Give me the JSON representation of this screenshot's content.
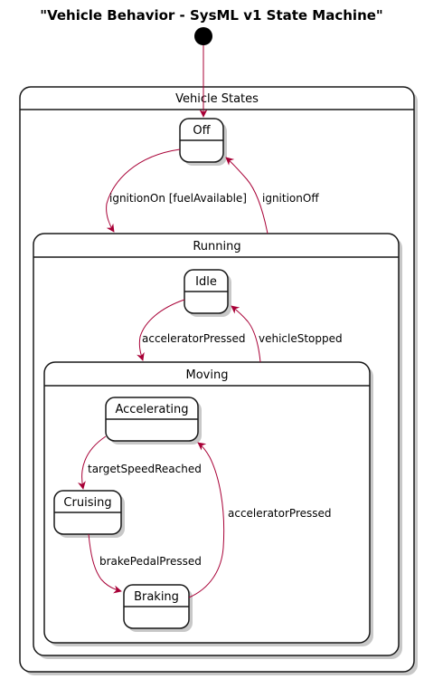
{
  "diagram": {
    "title": "\"Vehicle Behavior - SysML v1 State Machine\"",
    "states": {
      "vehicle_states": "Vehicle States",
      "off": "Off",
      "running": "Running",
      "idle": "Idle",
      "moving": "Moving",
      "accelerating": "Accelerating",
      "cruising": "Cruising",
      "braking": "Braking"
    },
    "transitions": {
      "ignition_on": "ignitionOn [fuelAvailable]",
      "ignition_off": "ignitionOff",
      "accelerator_pressed_idle": "acceleratorPressed",
      "vehicle_stopped": "vehicleStopped",
      "target_speed_reached": "targetSpeedReached",
      "brake_pedal_pressed": "brakePedalPressed",
      "accelerator_pressed_braking": "acceleratorPressed"
    },
    "colors": {
      "edge": "#a80036",
      "border": "#181818",
      "fill": "#ffffff"
    }
  }
}
